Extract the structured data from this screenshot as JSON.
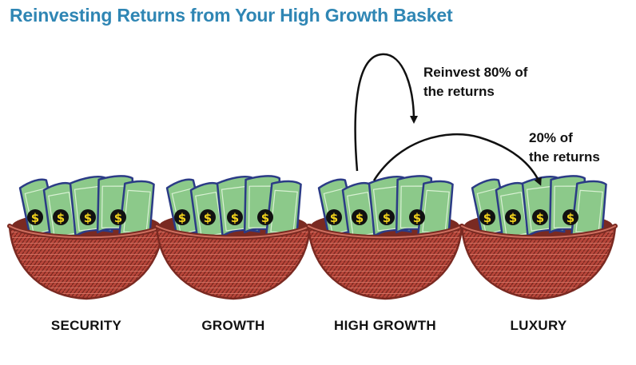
{
  "title": "Reinvesting Returns from Your High Growth Basket",
  "baskets": [
    {
      "label": "SECURITY"
    },
    {
      "label": "GROWTH"
    },
    {
      "label": "HIGH GROWTH"
    },
    {
      "label": "LUXURY"
    }
  ],
  "annotations": {
    "reinvest_line1": "Reinvest 80% of",
    "reinvest_line2": "the returns",
    "luxury_line1": "20% of",
    "luxury_line2": "the returns"
  },
  "colors": {
    "title": "#2f86b4",
    "basket": "#b8463a",
    "basket_dark": "#7a2a22",
    "money": "#8cc98a",
    "money_edge": "#2b3b86",
    "coin": "#f2d21c"
  },
  "icons": [
    "basket-icon",
    "banknote-icon",
    "dollar-coin-icon",
    "curved-arrow-icon"
  ]
}
